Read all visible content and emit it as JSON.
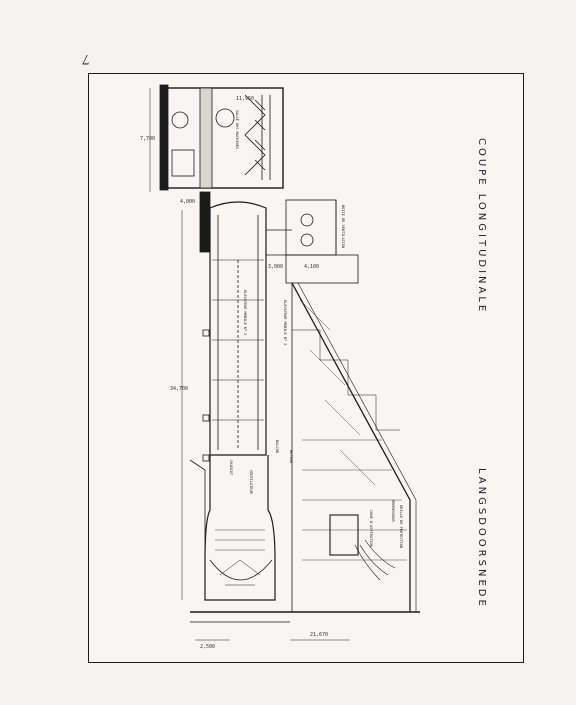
{
  "page": {
    "number": "7"
  },
  "titles": {
    "french": "COUPE LONGITUDINALE",
    "dutch": "LANGSDOORSNEDE"
  },
  "dimensions": {
    "top_height": "11,950",
    "left_width": "7,700",
    "mid_left": "4,000",
    "small_a": "3,000",
    "small_b": "4,100",
    "main_height": "34,700",
    "bottom_small": "2,500",
    "bottom_length": "21,670"
  },
  "labels": {
    "collectors": "BOITE DE VENTILATION",
    "ventilator": "VENTILATEUR",
    "elevator_fixed": "ELEVATEUR MOBILE Nº 1",
    "elevator_mobile": "ELEVATEUR MOBILE Nº 2",
    "trolley": "CHARIOT",
    "balcony": "BALCON",
    "motor": "MOTEUR",
    "cone": "CONE D'ASPIRATION",
    "upper_room": "SALLE DES MACHINES",
    "screen": "GRILLE DE PROTECTION",
    "rail": "REDRESSEUR"
  },
  "colors": {
    "ink": "#1b1b1b",
    "paper": "#f4f3ef",
    "hatch": "#555555"
  }
}
